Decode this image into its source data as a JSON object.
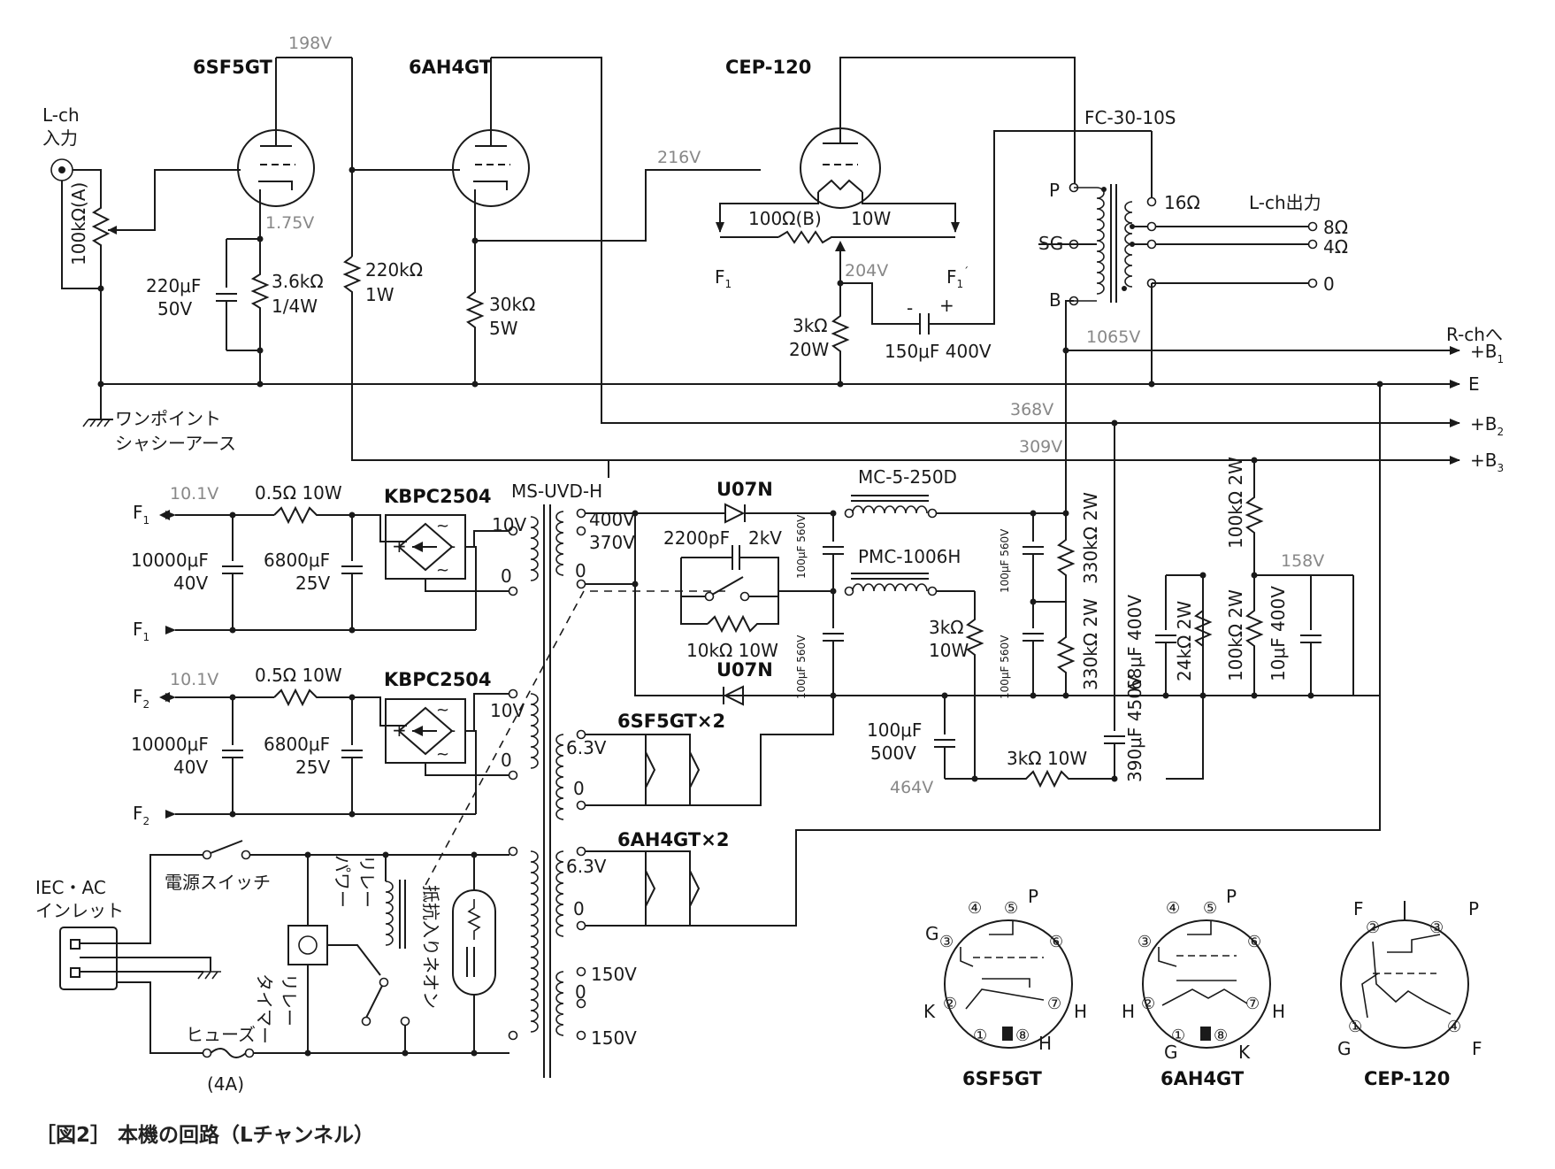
{
  "tubes": {
    "v1": "6SF5GT",
    "v2": "6AH4GT",
    "v3": "CEP-120"
  },
  "transformers": {
    "output": "FC-30-10S",
    "power": "MS-UVD-H",
    "choke1": "MC-5-250D",
    "choke2": "PMC-1006H"
  },
  "voltages": {
    "v198": "198V",
    "v216": "216V",
    "v175": "1.75V",
    "v204": "204V",
    "v1065": "1065V",
    "v368": "368V",
    "v309": "309V",
    "v158": "158V",
    "v464": "464V",
    "v101a": "10.1V",
    "v101b": "10.1V"
  },
  "input": {
    "label1": "L-ch",
    "label2": "入力",
    "pot": "100kΩ(A)"
  },
  "components": {
    "c_cath": "220μF",
    "c_cath_v": "50V",
    "r_cath": "3.6kΩ",
    "r_cath_w": "1/4W",
    "r_plate1": "220kΩ",
    "r_plate1_w": "1W",
    "r_plate2": "30kΩ",
    "r_plate2_w": "5W",
    "hum_pot": "100Ω(B)",
    "hum_pot_w": "10W",
    "r_bias": "3kΩ",
    "r_bias_w": "20W",
    "c_coupling": "150μF 400V",
    "f1": "F",
    "f1_sub": "1",
    "f1b": "F",
    "f1b_sub": "1",
    "f1b_mark": "´"
  },
  "output_tx": {
    "p": "P",
    "sg": "SG",
    "b": "B",
    "o16": "16Ω",
    "o8": "8Ω",
    "o4": "4Ω",
    "o0": "0",
    "title": "L-ch出力"
  },
  "rails": {
    "rch": "R-chへ",
    "b1": "+B",
    "b1_sub": "1",
    "e": "E",
    "b2": "+B",
    "b2_sub": "2",
    "b3": "+B",
    "b3_sub": "3",
    "ground1": "ワンポイント",
    "ground2": "シャシーアース"
  },
  "heater": {
    "bridge1": "KBPC2504",
    "bridge2": "KBPC2504",
    "r1": "0.5Ω 10W",
    "r2": "0.5Ω 10W",
    "c_big1": "10000μF",
    "c_big1_v": "40V",
    "c_big2": "10000μF",
    "c_big2_v": "40V",
    "c_mid1": "6800μF",
    "c_mid1_v": "25V",
    "c_mid2": "6800μF",
    "c_mid2_v": "25V",
    "f1": "F",
    "f1_sub": "1",
    "f1b": "F",
    "f1b_sub": "1",
    "f2": "F",
    "f2_sub": "2",
    "f2b": "F",
    "f2b_sub": "2",
    "tap10a": "10V",
    "tap0a": "0",
    "tap10b": "10V",
    "tap0b": "0"
  },
  "hv": {
    "tap400": "400V",
    "tap370": "370V",
    "tap0": "0",
    "diode1": "U07N",
    "diode2": "U07N",
    "c2200": "2200pF",
    "c2200_v": "2kV",
    "r10k": "10kΩ 10W",
    "c_in1": "100μF 560V",
    "c_in2": "100μF 560V",
    "c_out1": "100μF 560V",
    "c_out2": "100μF 560V",
    "r330a": "330kΩ 2W",
    "r330b": "330kΩ 2W",
    "c68": "68μF 400V",
    "r24k": "24kΩ 2W",
    "r100k_a": "100kΩ 2W",
    "r100k_b": "100kΩ 2W",
    "c10": "10μF 400V",
    "c390": "390μF 450V",
    "r3k_bleed": "3kΩ",
    "r3k_bleed_w": "10W",
    "r3k_series": "3kΩ 10W",
    "c_500": "100μF",
    "c_500_v": "500V"
  },
  "heaters6v": {
    "title1": "6SF5GT×2",
    "title2": "6AH4GT×2",
    "tap1": "6.3V",
    "tap1_0": "0",
    "tap2": "6.3V",
    "tap2_0": "0"
  },
  "mains": {
    "inlet1": "IEC・AC",
    "inlet2": "インレット",
    "switch": "電源スイッチ",
    "fuse": "ヒューズ",
    "fuse_rating": "(4A)",
    "timer1": "タイマー",
    "timer2": "リレー",
    "power_relay1": "パワー",
    "power_relay2": "リレー",
    "neon": "抵抗入りネオン",
    "tap150a": "150V",
    "tap0": "0",
    "tap150b": "150V"
  },
  "pinouts": {
    "a": {
      "name": "6SF5GT",
      "pins": [
        "①",
        "②",
        "③",
        "④",
        "⑤",
        "⑥",
        "⑦",
        "⑧"
      ],
      "labels": {
        "p": "P",
        "g": "G",
        "k": "K",
        "h1": "H",
        "h2": "H"
      }
    },
    "b": {
      "name": "6AH4GT",
      "pins": [
        "①",
        "②",
        "③",
        "④",
        "⑤",
        "⑥",
        "⑦",
        "⑧"
      ],
      "labels": {
        "p": "P",
        "g": "G",
        "k": "K",
        "h1": "H",
        "h2": "H"
      }
    },
    "c": {
      "name": "CEP-120",
      "pins": [
        "①",
        "②",
        "③",
        "④"
      ],
      "labels": {
        "p": "P",
        "g": "G",
        "f1": "F",
        "f2": "F"
      }
    }
  },
  "caption": "［図2］ 本機の回路（Lチャンネル）"
}
